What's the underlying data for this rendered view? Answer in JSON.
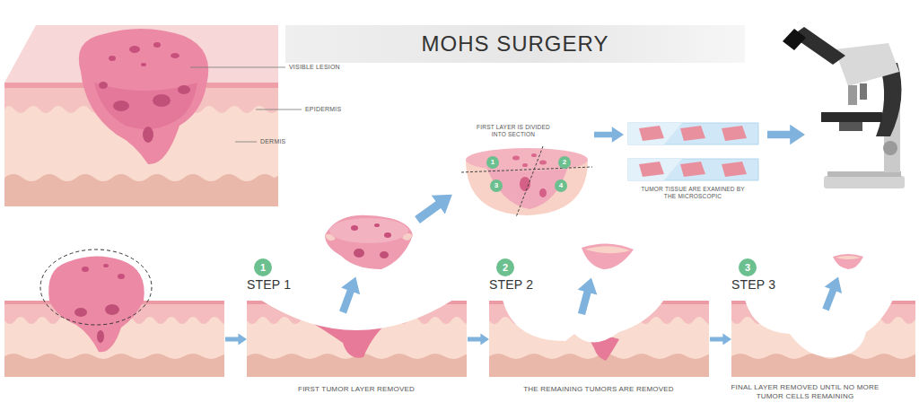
{
  "diagram": {
    "title": "MOHS SURGERY",
    "nodes": [
      {
        "text": [
          "1"
        ]
      },
      {
        "text": [
          "2"
        ]
      },
      {
        "text": [
          "3"
        ]
      },
      {
        "text": [
          "4"
        ]
      },
      {
        "text": [
          "1"
        ]
      },
      {
        "text": [
          "2"
        ]
      },
      {
        "text": [
          "3"
        ]
      }
    ],
    "labels": [
      "VISIBLE LESION",
      "EPIDERMIS",
      "DERMIS",
      "FIRST LAYER IS DIVIDED INTO SECTION",
      "TUMOR TISSUE ARE EXAMINED BY THE MICROSCOPIC",
      "STEP 1",
      "STEP 2",
      "STEP 3",
      "FIRST TUMOR LAYER REMOVED",
      "THE REMAINING TUMORS ARE REMOVED",
      "FINAL LAYER REMOVED UNTIL NO MORE TUMOR CELLS REMAINING"
    ]
  }
}
